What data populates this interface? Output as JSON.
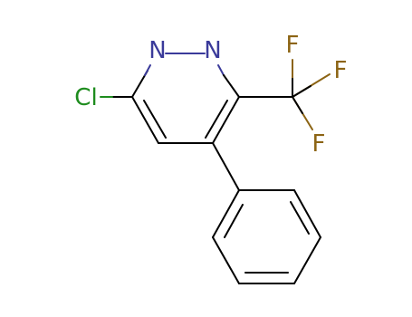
{
  "molecule": {
    "atoms": {
      "n1": {
        "symbol": "N",
        "color": "#3a3a9a"
      },
      "n2": {
        "symbol": "N",
        "color": "#3a3a9a"
      },
      "cl": {
        "symbol": "Cl",
        "color": "#1e8c1e"
      },
      "f1": {
        "symbol": "F",
        "color": "#8c6414"
      },
      "f2": {
        "symbol": "F",
        "color": "#8c6414"
      },
      "f3": {
        "symbol": "F",
        "color": "#8c6414"
      }
    },
    "colors": {
      "bond": "#000000",
      "nitrogen": "#3a3a9a",
      "chlorine": "#1e8c1e",
      "fluorine": "#8c6414"
    }
  }
}
